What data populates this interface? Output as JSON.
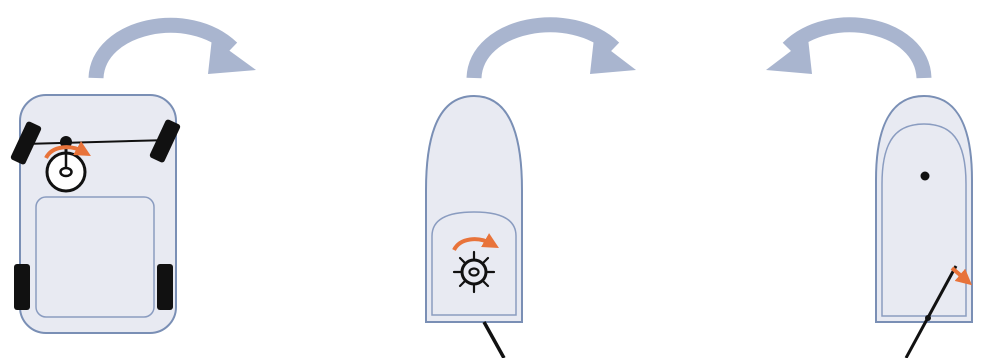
{
  "panels": [
    {
      "id": "car",
      "turn": "clockwise",
      "icon": "steering-wheel-icon"
    },
    {
      "id": "boat-wheel",
      "turn": "clockwise",
      "icon": "ship-wheel-icon"
    },
    {
      "id": "boat-tiller",
      "turn": "counterclockwise",
      "icon": "tiller-icon"
    }
  ],
  "colors": {
    "body_fill": "#e8eaf2",
    "body_stroke": "#7a8fb5",
    "arrow": "#a9b5cf",
    "accent": "#e8733a",
    "ink": "#111111"
  }
}
